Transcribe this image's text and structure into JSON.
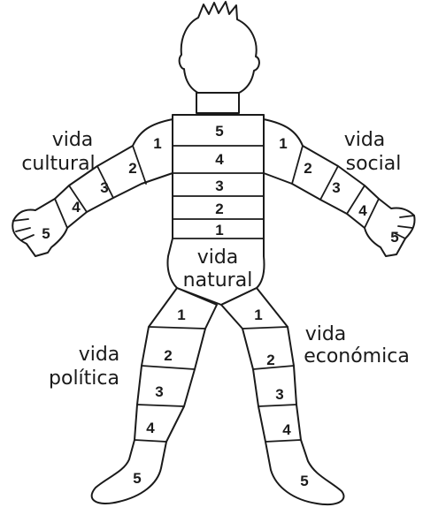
{
  "labels": {
    "cultural": [
      "vida",
      "cultural"
    ],
    "social": [
      "vida",
      "social"
    ],
    "natural": [
      "vida",
      "natural"
    ],
    "politica": [
      "vida",
      "política"
    ],
    "economica": [
      "vida",
      "económica"
    ]
  },
  "segments": {
    "torso": [
      "5",
      "4",
      "3",
      "2",
      "1"
    ],
    "left_arm": [
      "1",
      "2",
      "3",
      "4",
      "5"
    ],
    "right_arm": [
      "1",
      "2",
      "3",
      "4",
      "5"
    ],
    "left_leg": [
      "1",
      "2",
      "3",
      "4",
      "5"
    ],
    "right_leg": [
      "1",
      "2",
      "3",
      "4",
      "5"
    ]
  }
}
